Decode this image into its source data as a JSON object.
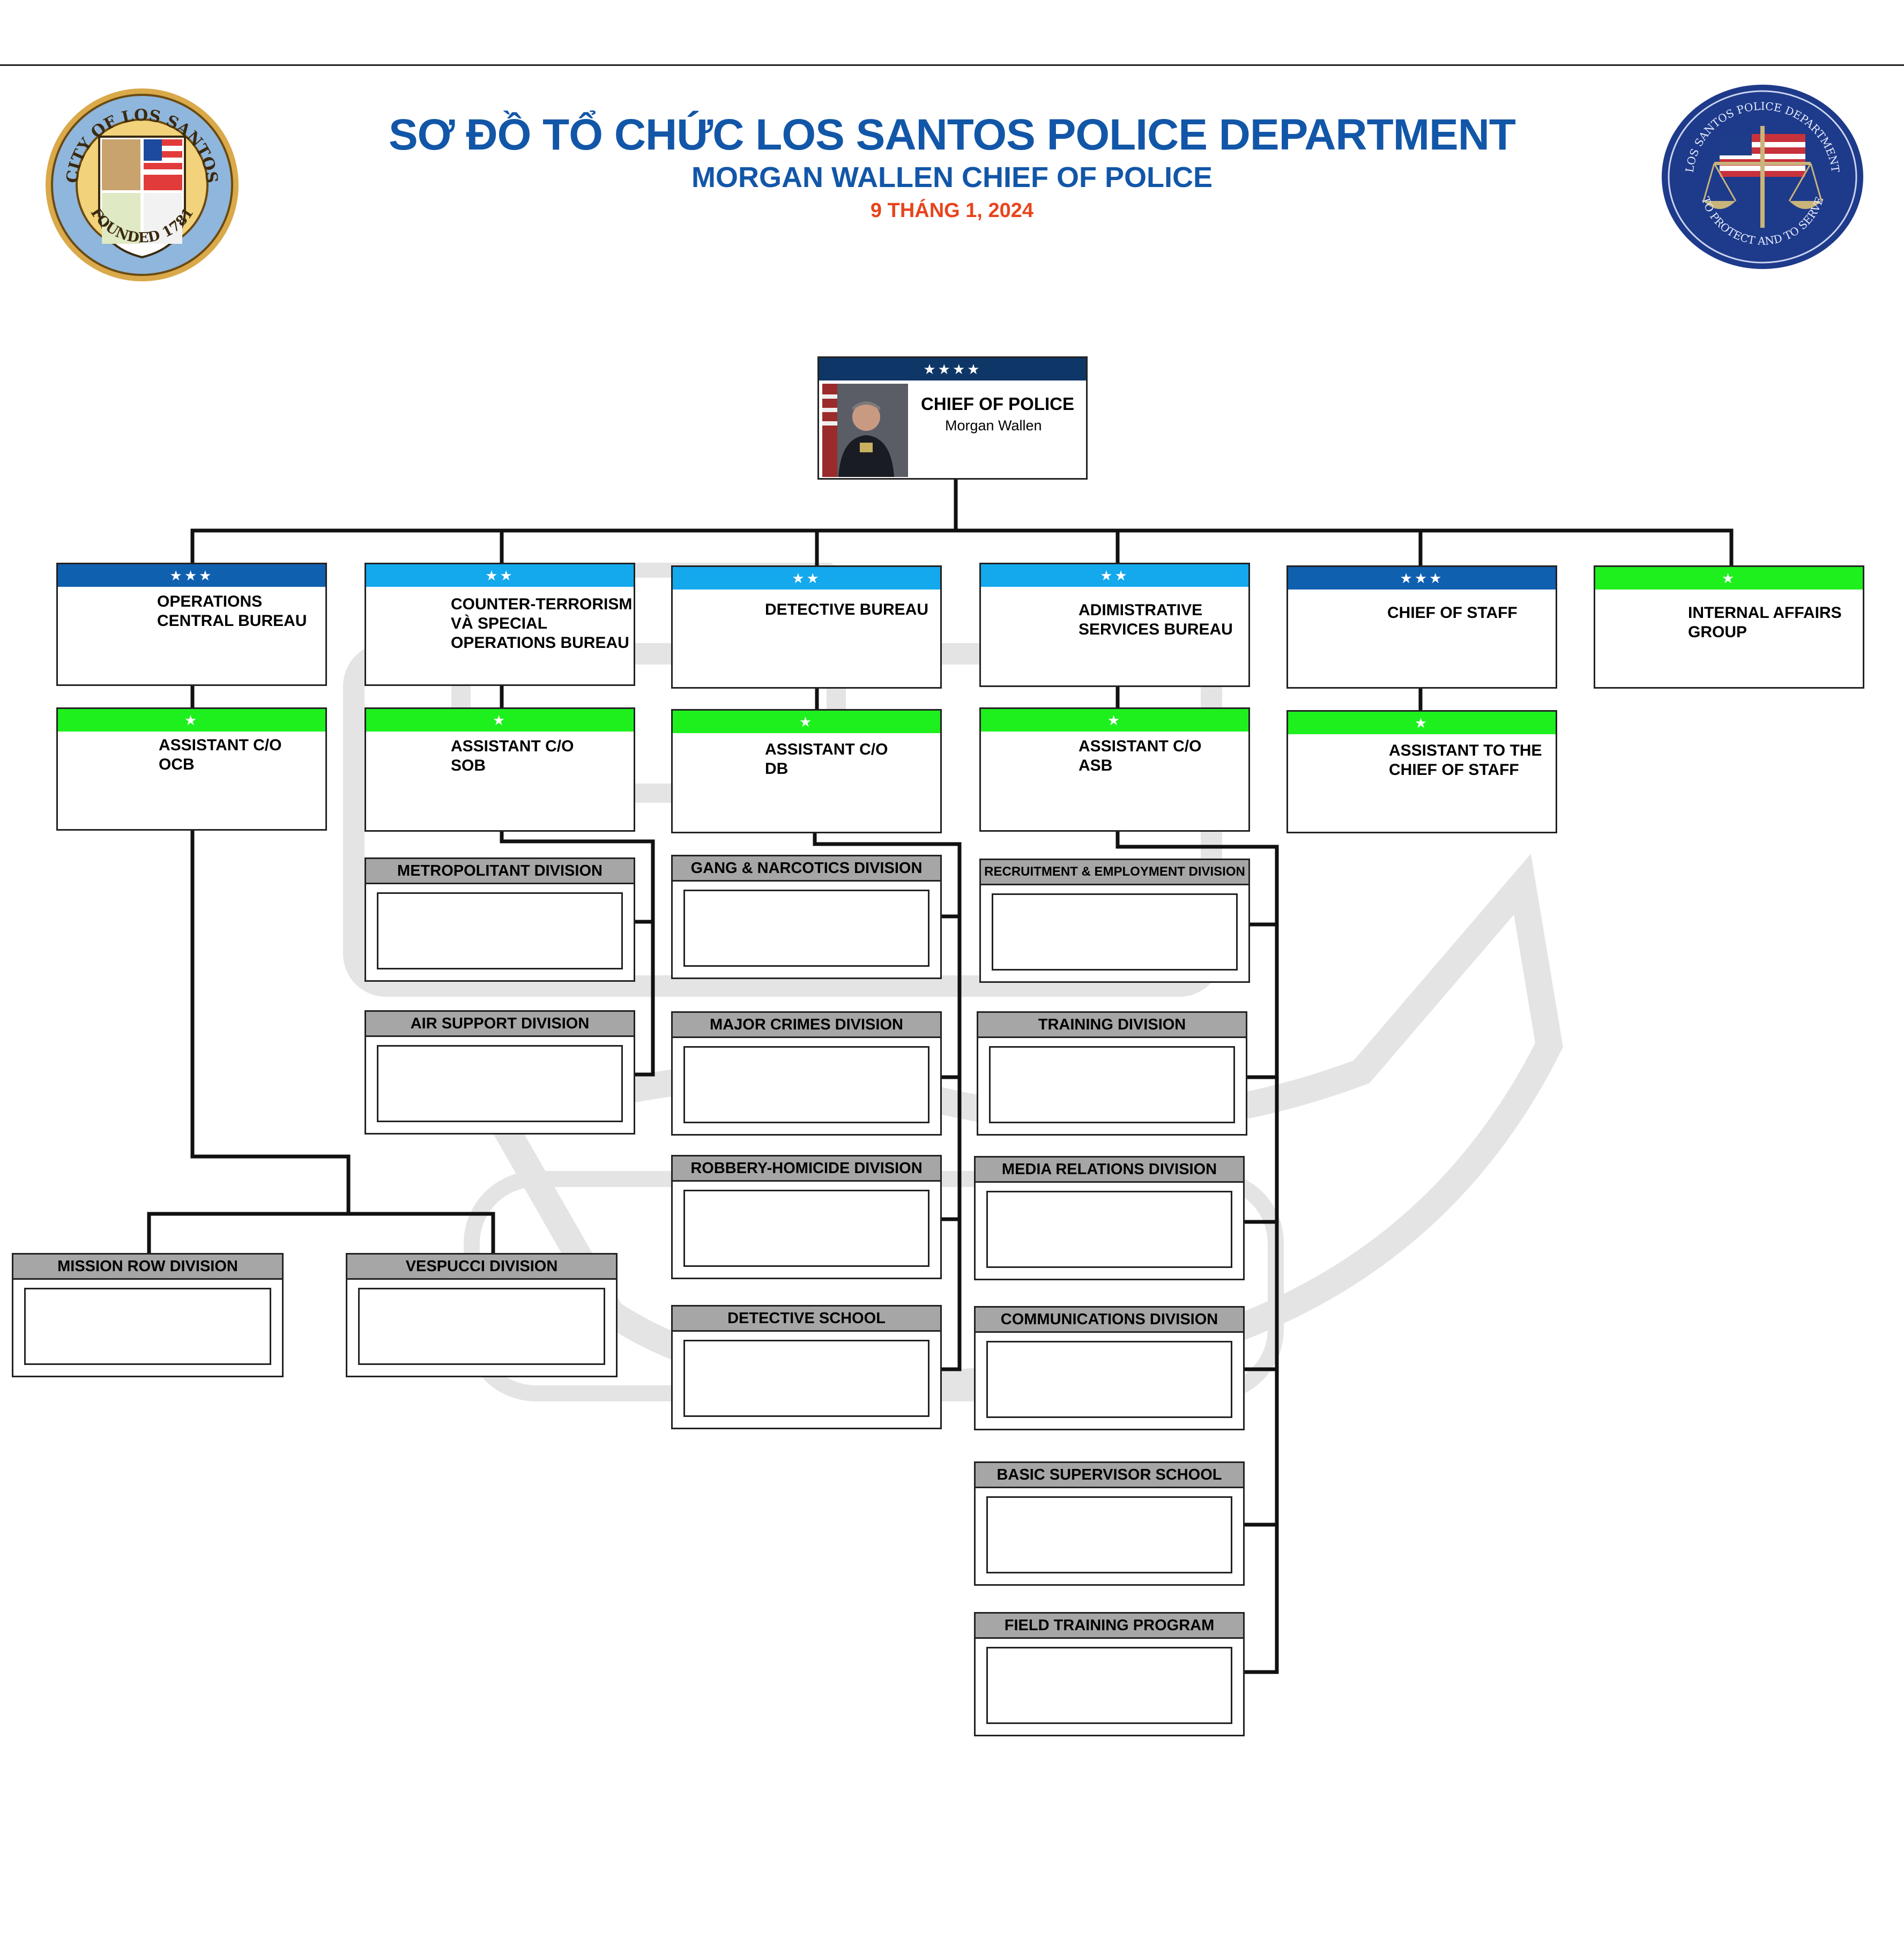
{
  "header": {
    "title": "SƠ ĐỒ TỔ CHỨC LOS SANTOS POLICE DEPARTMENT",
    "subtitle": "MORGAN WALLEN CHIEF OF POLICE",
    "date": "9 THÁNG 1, 2024"
  },
  "seals": {
    "left_top": "CITY OF LOS SANTOS",
    "left_bottom": "FOUNDED 1781",
    "right_top": "LOS SANTOS POLICE DEPARTMENT",
    "right_bottom": "TO PROTECT AND TO SERVE"
  },
  "colors": {
    "title": "#1256a8",
    "date": "#e8441c",
    "band_navy": "#0e3666",
    "band_blue": "#1060b0",
    "band_light": "#14a8ec",
    "band_green": "#1ef01e",
    "division_header": "#a6a6a6"
  },
  "chief": {
    "stars": "★★★★",
    "title": "CHIEF OF POLICE",
    "name": "Morgan Wallen"
  },
  "bureaus": [
    {
      "stars": "★★★",
      "label": "OPERATIONS\nCENTRAL BUREAU"
    },
    {
      "stars": "★★",
      "label": "COUNTER-TERRORISM\nVÀ SPECIAL\nOPERATIONS BUREAU"
    },
    {
      "stars": "★★",
      "label": "DETECTIVE BUREAU"
    },
    {
      "stars": "★★",
      "label": "ADIMISTRATIVE\nSERVICES BUREAU"
    },
    {
      "stars": "★★★",
      "label": "CHIEF OF STAFF"
    },
    {
      "stars": "★",
      "label": "INTERNAL AFFAIRS\nGROUP"
    }
  ],
  "assistants": [
    {
      "stars": "★",
      "label": "ASSISTANT C/O\nOCB"
    },
    {
      "stars": "★",
      "label": "ASSISTANT C/O\nSOB"
    },
    {
      "stars": "★",
      "label": "ASSISTANT C/O\nDB"
    },
    {
      "stars": "★",
      "label": "ASSISTANT C/O\nASB"
    },
    {
      "stars": "★",
      "label": "ASSISTANT TO THE\nCHIEF OF STAFF"
    }
  ],
  "divisions": {
    "ocb": [
      "MISSION ROW DIVISION",
      "VESPUCCI DIVISION"
    ],
    "sob": [
      "METROPOLITANT DIVISION",
      "AIR SUPPORT DIVISION"
    ],
    "db": [
      "GANG & NARCOTICS DIVISION",
      "MAJOR CRIMES DIVISION",
      "ROBBERY-HOMICIDE DIVISION",
      "DETECTIVE SCHOOL"
    ],
    "asb": [
      "RECRUITMENT & EMPLOYMENT DIVISION",
      "TRAINING DIVISION",
      "MEDIA RELATIONS DIVISION",
      "COMMUNICATIONS DIVISION",
      "BASIC SUPERVISOR SCHOOL",
      "FIELD TRAINING PROGRAM"
    ]
  }
}
